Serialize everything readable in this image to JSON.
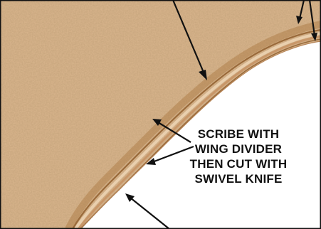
{
  "callout": {
    "lines": [
      "SCRIBE WITH",
      "WING DIVIDER",
      "THEN CUT WITH",
      "SWIVEL KNIFE"
    ]
  },
  "colors": {
    "leather": "#d8b48c",
    "leather_shadow": "#c79a6a",
    "edge_dark": "#9a6a3a",
    "edge_mid": "#c89668",
    "edge_light": "#e9cfae",
    "background": "#ffffff",
    "arrow": "#111111",
    "border": "#111111"
  },
  "arrows": [
    {
      "name": "arrow-top-center",
      "target": "outer scribe line"
    },
    {
      "name": "arrow-top-right-a",
      "target": "outer groove"
    },
    {
      "name": "arrow-top-right-b",
      "target": "inner groove"
    },
    {
      "name": "arrow-middle-upper",
      "target": "wing divider line"
    },
    {
      "name": "arrow-middle-lower",
      "target": "wing divider line"
    },
    {
      "name": "arrow-bottom",
      "target": "swivel knife cut edge"
    }
  ]
}
